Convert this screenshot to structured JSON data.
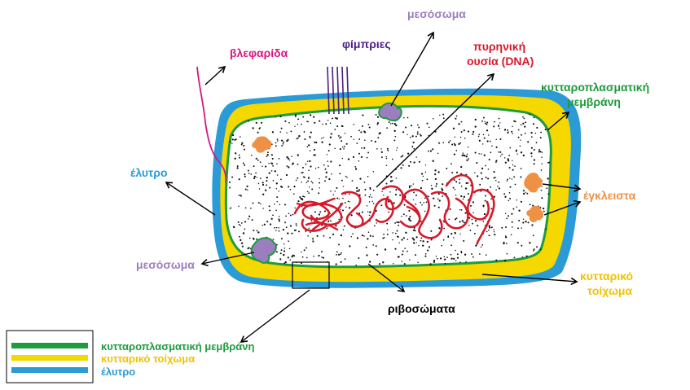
{
  "colors": {
    "membrane": "#1e9b3c",
    "wall": "#f4d800",
    "capsule": "#2a9bd6",
    "flagellum": "#d6187f",
    "fimbriae": "#4b1f86",
    "mesosome": "#9b7ec0",
    "dna": "#d7192b",
    "inclusions": "#ee9145",
    "ribosomes": "#111111",
    "arrows": "#000000"
  },
  "labels": {
    "flagellum": "βλεφαρίδα",
    "fimbriae": "φίμπριες",
    "mesosome_top": "μεσόσωμα",
    "dna_line1": "πυρηνική",
    "dna_line2": "ουσία (DNA)",
    "membrane_line1": "κυτταροπλασματική",
    "membrane_line2": "μεμβράνη",
    "capsule": "έλυτρο",
    "inclusions": "έγκλειστα",
    "mesosome_left": "μεσόσωμα",
    "wall_line1": "κυτταρικό",
    "wall_line2": "τοίχωμα",
    "ribosomes": "ριβοσώματα"
  },
  "legend": [
    {
      "label": "κυτταροπλασματική μεμβράνη",
      "color": "#1e9b3c"
    },
    {
      "label": "κυτταρικό τοίχωμα",
      "color": "#f4d800"
    },
    {
      "label": "έλυτρο",
      "color": "#2a9bd6"
    }
  ]
}
